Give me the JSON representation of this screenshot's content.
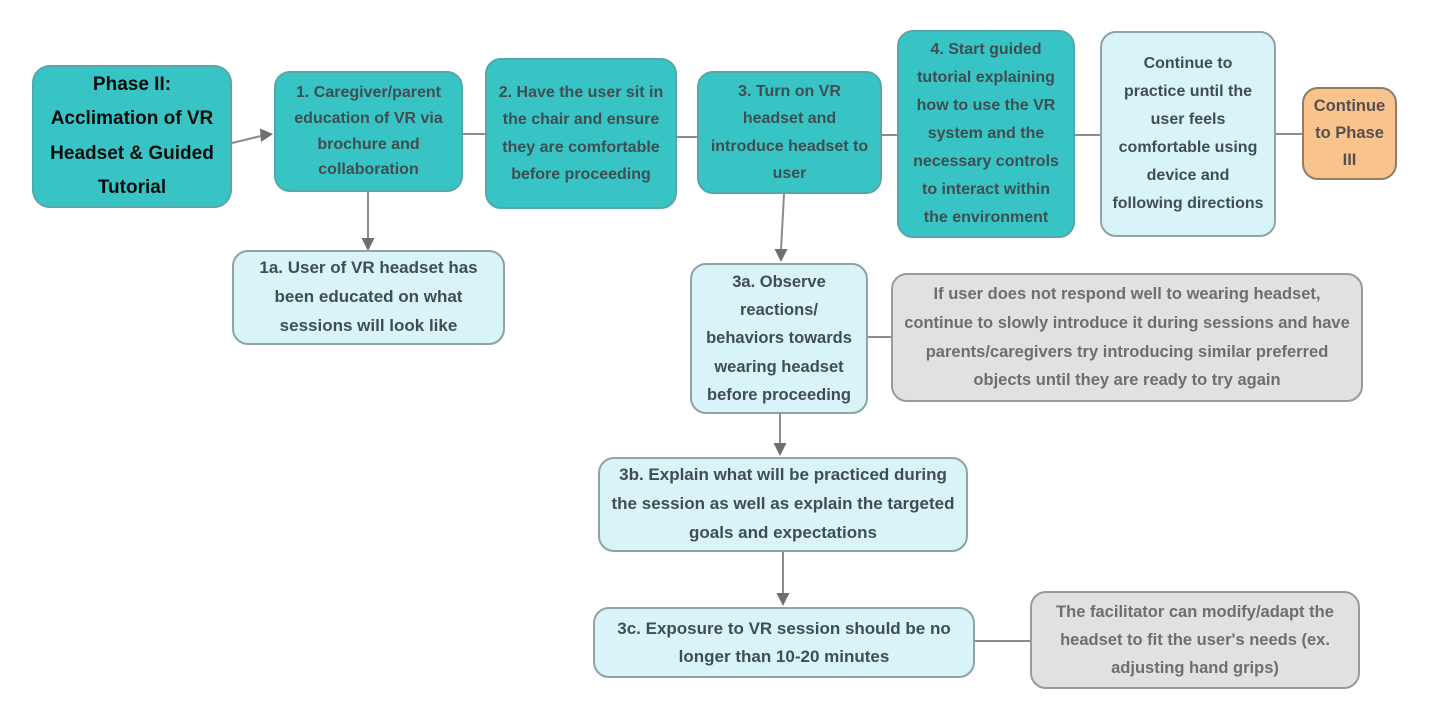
{
  "diagram": {
    "nodes": {
      "phase2": {
        "text": "Phase II: Acclimation of VR Headset & Guided Tutorial",
        "fill": "teal"
      },
      "step1": {
        "text": "1. Caregiver/parent education of VR via brochure and collaboration",
        "fill": "teal"
      },
      "step2": {
        "text": "2. Have the user sit in the chair and ensure they are comfortable before proceeding",
        "fill": "teal"
      },
      "step3": {
        "text": "3. Turn on VR headset and introduce headset to user",
        "fill": "teal"
      },
      "step4": {
        "text": "4. Start guided tutorial explaining how to use the VR system and the necessary controls to interact within the environment",
        "fill": "teal"
      },
      "practice": {
        "text": "Continue to practice until the user feels comfortable using device and following directions",
        "fill": "light_cyan"
      },
      "phase3": {
        "text": "Continue to Phase III",
        "fill": "orange"
      },
      "step1a": {
        "text": "1a. User of VR headset has been educated on what sessions will look like",
        "fill": "light_cyan"
      },
      "step3a": {
        "text": "3a. Observe reactions/ behaviors towards wearing headset before proceeding",
        "fill": "light_cyan"
      },
      "note_headset": {
        "text": "If user does not respond well to wearing headset, continue to slowly introduce it during sessions and have parents/caregivers try introducing similar preferred objects until they are ready to try again",
        "fill": "gray"
      },
      "step3b": {
        "text": "3b. Explain what will be practiced during the session as well as explain the targeted goals and expectations",
        "fill": "light_cyan"
      },
      "step3c": {
        "text": "3c. Exposure to VR session should be no longer than 10-20 minutes",
        "fill": "light_cyan"
      },
      "note_facilitator": {
        "text": "The facilitator can modify/adapt the headset to fit the user's needs (ex. adjusting hand grips)",
        "fill": "gray"
      }
    },
    "edges": [
      {
        "from": "phase2",
        "to": "step1",
        "arrowhead": true
      },
      {
        "from": "step1",
        "to": "step2",
        "arrowhead": false
      },
      {
        "from": "step2",
        "to": "step3",
        "arrowhead": false
      },
      {
        "from": "step3",
        "to": "step4",
        "arrowhead": false
      },
      {
        "from": "step4",
        "to": "practice",
        "arrowhead": false
      },
      {
        "from": "practice",
        "to": "phase3",
        "arrowhead": false
      },
      {
        "from": "step1",
        "to": "step1a",
        "arrowhead": true
      },
      {
        "from": "step3",
        "to": "step3a",
        "arrowhead": true
      },
      {
        "from": "step3a",
        "to": "note_headset",
        "arrowhead": false
      },
      {
        "from": "step3a",
        "to": "step3b",
        "arrowhead": true
      },
      {
        "from": "step3b",
        "to": "step3c",
        "arrowhead": true
      },
      {
        "from": "step3c",
        "to": "note_facilitator",
        "arrowhead": false
      }
    ],
    "colors": {
      "teal": "#38c4c5",
      "light_cyan": "#d8f4f8",
      "gray": "#e1e1e1",
      "orange": "#f9c38e",
      "connector": "#8c8c8c",
      "phase_title_text": "#0c0c0c",
      "step_text": "#3f4e51",
      "note_text": "#6e6e6e"
    }
  }
}
